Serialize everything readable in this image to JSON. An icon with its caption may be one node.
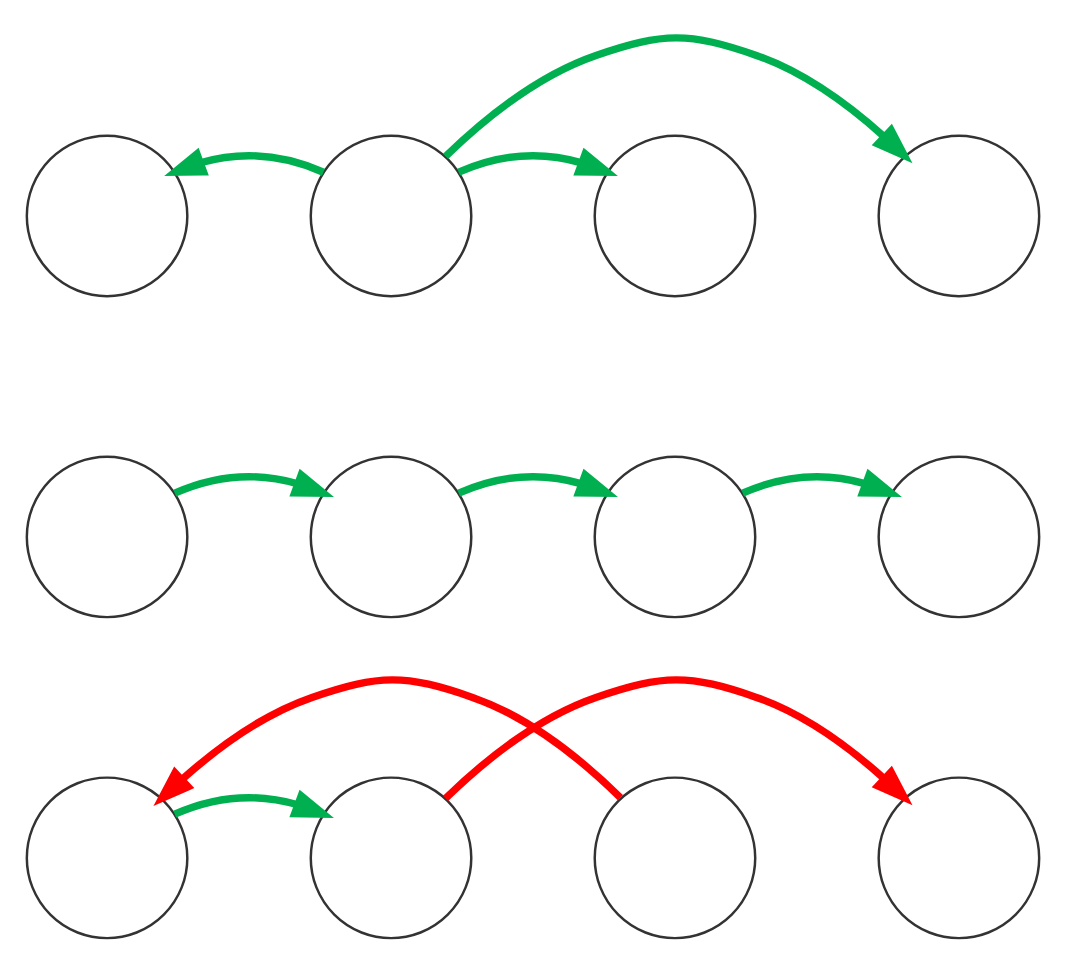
{
  "diagram": {
    "nodes": [
      {
        "text": [],
        "shape": "circle"
      },
      {
        "text": [],
        "shape": "circle"
      },
      {
        "text": [],
        "shape": "circle"
      },
      {
        "text": [],
        "shape": "circle"
      },
      {
        "text": [],
        "shape": "circle"
      },
      {
        "text": [],
        "shape": "circle"
      },
      {
        "text": [],
        "shape": "circle"
      },
      {
        "text": [],
        "shape": "circle"
      },
      {
        "text": [],
        "shape": "circle"
      },
      {
        "text": [],
        "shape": "circle"
      },
      {
        "text": [],
        "shape": "circle"
      },
      {
        "text": [],
        "shape": "circle"
      }
    ],
    "edges": [
      {
        "from": 1,
        "to": 0,
        "arrow": "to"
      },
      {
        "from": 1,
        "to": 2,
        "arrow": "to"
      },
      {
        "from": 1,
        "to": 3,
        "arrow": "to"
      },
      {
        "from": 4,
        "to": 5,
        "arrow": "to"
      },
      {
        "from": 5,
        "to": 6,
        "arrow": "to"
      },
      {
        "from": 6,
        "to": 7,
        "arrow": "to"
      },
      {
        "from": 8,
        "to": 9,
        "arrow": "to"
      },
      {
        "from": 10,
        "to": 8,
        "arrow": "to",
        "color": "#ff0000"
      },
      {
        "from": 9,
        "to": 11,
        "arrow": "to",
        "color": "#ff0000"
      }
    ]
  }
}
